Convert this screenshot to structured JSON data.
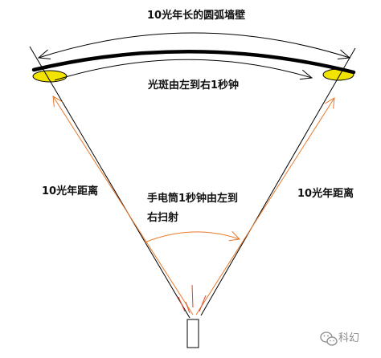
{
  "labels": {
    "wall": "10光年长的圆弧墙壁",
    "spot_motion": "光斑由左到右1秒钟",
    "left_distance": "10光年距离",
    "right_distance": "10光年距离",
    "sweep_line1": "手电筒1秒钟由左到",
    "sweep_line2": "右扫射"
  },
  "watermark": {
    "icon": "wechat-icon",
    "text": "科幻"
  },
  "icons": {
    "flashlight": "flashlight-icon"
  },
  "colors": {
    "line": "#000000",
    "beam": "#e8782a",
    "light_spot": "#f2e400",
    "rays": "#e2452c",
    "watermark": "#8a8a8a"
  }
}
